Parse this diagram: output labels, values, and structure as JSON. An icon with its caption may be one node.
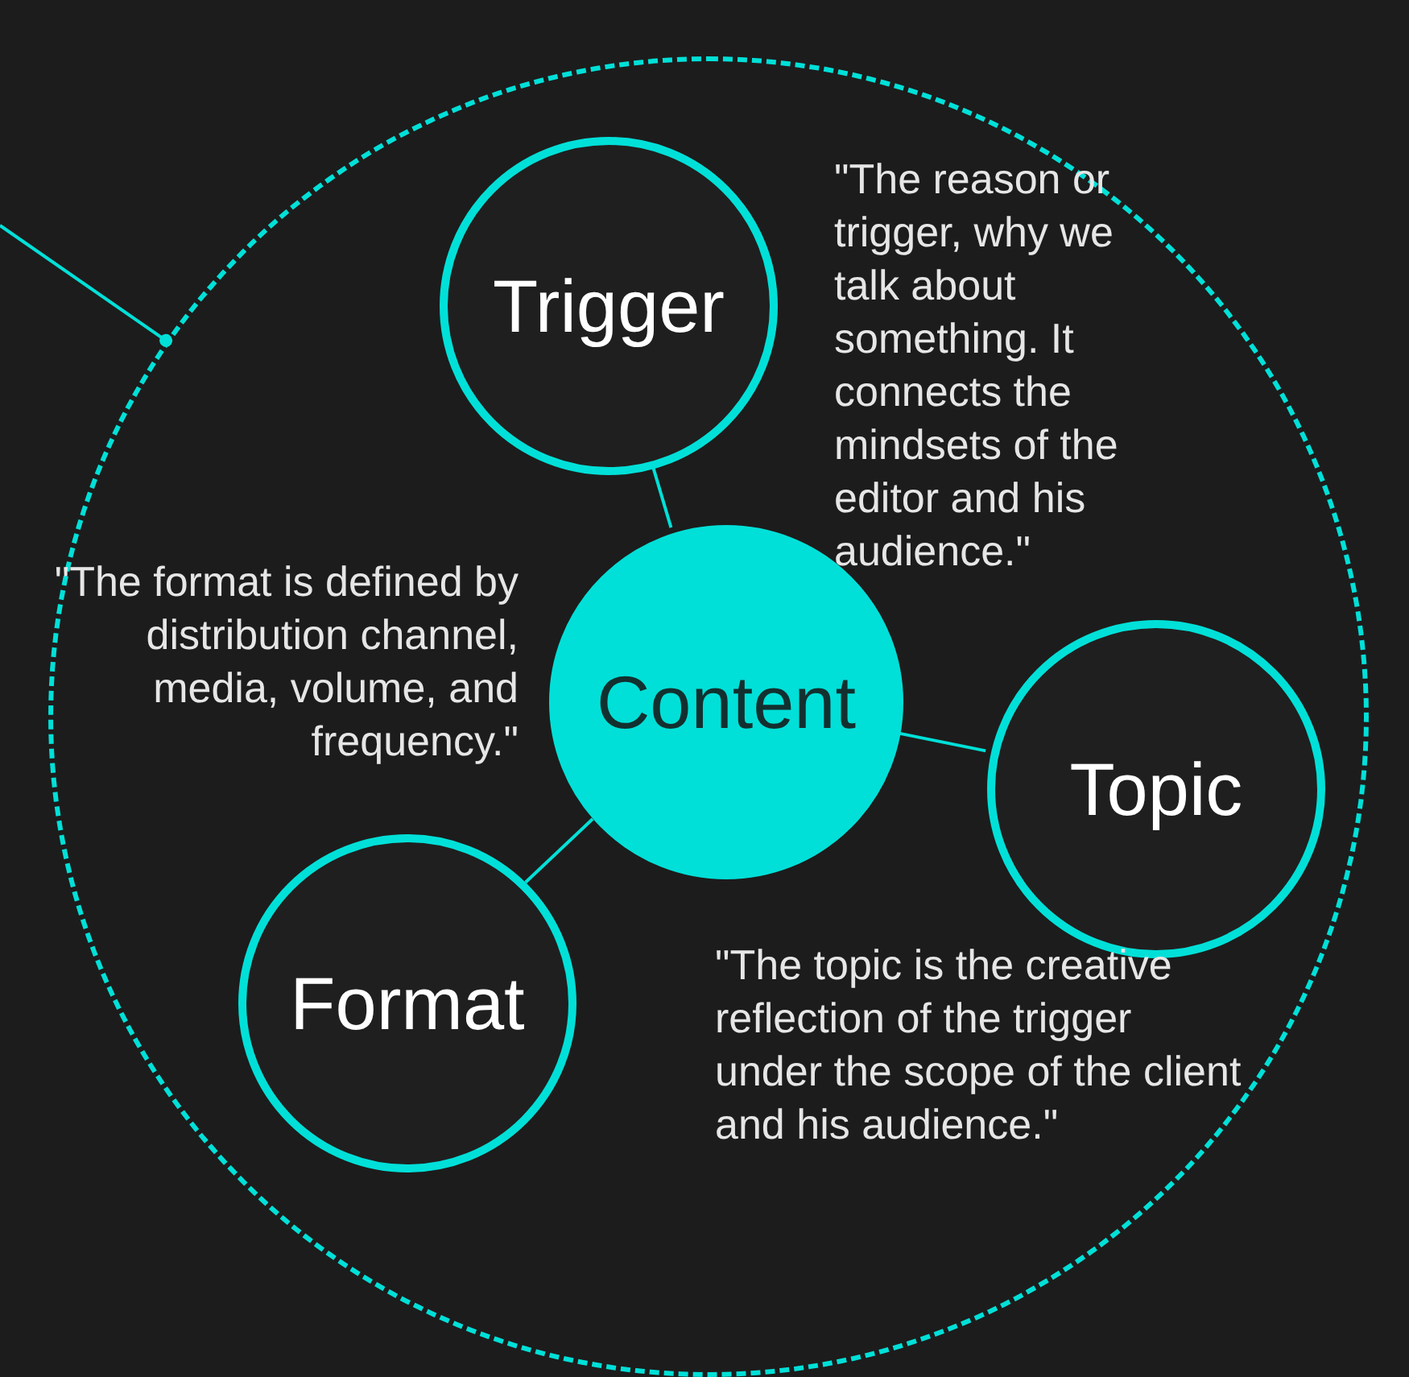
{
  "diagram": {
    "nodes": [
      {
        "text": [],
        "shape": "circle"
      },
      {
        "text": [
          "Trigger"
        ],
        "in": 0
      },
      {
        "text": [
          "Content"
        ],
        "in": 0
      },
      {
        "text": [
          "Topic"
        ],
        "in": 0,
        "beside": [
          "\"The topic is the creative reflection of the trigger under the scope of the client and his audience.\""
        ]
      },
      {
        "text": [
          "Format"
        ],
        "in": 0
      }
    ],
    "edges": [
      {
        "from": 2,
        "to": 1,
        "arrow": "none"
      },
      {
        "from": 2,
        "to": 3,
        "arrow": "none"
      },
      {
        "from": 2,
        "to": 4,
        "arrow": "none"
      },
      {
        "from": null,
        "to": 0,
        "arrow": "other"
      }
    ],
    "labels": [
      "\"The reason or trigger, why we talk about something. It connects the mindsets of the editor and his audience.\"",
      "\"The format is defined by distribution channel, media, volume, and frequency.\""
    ]
  }
}
